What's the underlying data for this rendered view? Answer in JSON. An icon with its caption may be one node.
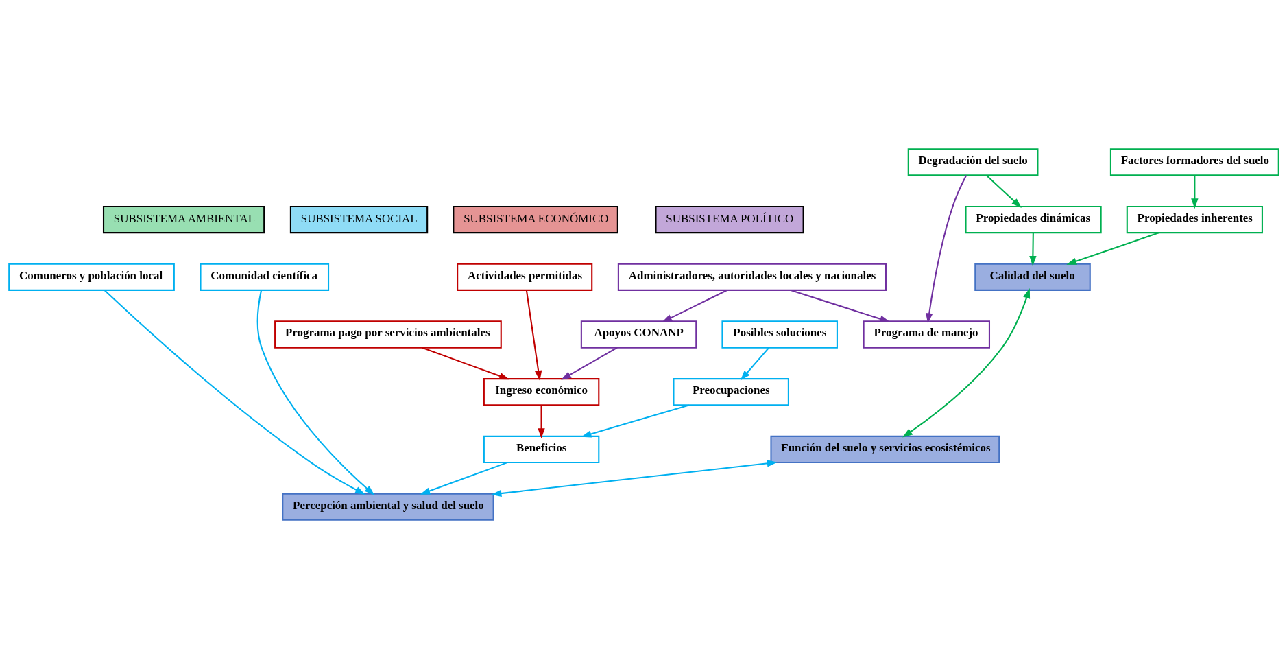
{
  "diagram": {
    "nodes": [
      {
        "text": [
          "SUBSISTEMA AMBIENTAL"
        ]
      },
      {
        "text": [
          "SUBSISTEMA SOCIAL"
        ]
      },
      {
        "text": [
          "SUBSISTEMA ECONÓMICO"
        ]
      },
      {
        "text": [
          "SUBSISTEMA POLÍTICO"
        ]
      },
      {
        "text": [
          "Calidad del suelo"
        ]
      },
      {
        "text": [
          "Propiedades inherentes"
        ]
      },
      {
        "text": [
          "Propiedades dinámicas"
        ]
      },
      {
        "text": [
          "Factores formadores del suelo"
        ]
      },
      {
        "text": [
          "Degradación del suelo"
        ]
      },
      {
        "text": [
          "Comuneros y población local"
        ]
      },
      {
        "text": [
          "Comunidad científica"
        ]
      },
      {
        "text": [
          "Percepción ambiental y salud del suelo"
        ]
      },
      {
        "text": [
          "Beneficios"
        ]
      },
      {
        "text": [
          "Preocupaciones"
        ]
      },
      {
        "text": [
          "Posibles soluciones"
        ]
      },
      {
        "text": [
          "Función del suelo y servicios ecosistémicos"
        ]
      },
      {
        "text": [
          "Actividades permitidas"
        ]
      },
      {
        "text": [
          "Ingreso económico"
        ]
      },
      {
        "text": [
          "Programa pago por servicios ambientales"
        ]
      },
      {
        "text": [
          "Administradores, autoridades locales y nacionales"
        ]
      },
      {
        "text": [
          "Apoyos CONANP"
        ]
      },
      {
        "text": [
          "Programa de manejo"
        ]
      }
    ],
    "edges": [
      {
        "from": 5,
        "to": 4,
        "arrow": "to",
        "color": "#00b050"
      },
      {
        "from": 6,
        "to": 4,
        "arrow": "to",
        "color": "#00b050"
      },
      {
        "from": 7,
        "to": 5,
        "arrow": "to",
        "color": "#00b050"
      },
      {
        "from": 8,
        "to": 6,
        "arrow": "to",
        "color": "#00b050"
      },
      {
        "from": 4,
        "to": 15,
        "arrow": "both",
        "color": "#00b050"
      },
      {
        "from": 9,
        "to": 11,
        "arrow": "to",
        "color": "#00b0f0"
      },
      {
        "from": 10,
        "to": 11,
        "arrow": "to",
        "color": "#00b0f0"
      },
      {
        "from": 12,
        "to": 11,
        "arrow": "to",
        "color": "#00b0f0"
      },
      {
        "from": 15,
        "to": 11,
        "arrow": "both",
        "color": "#00b0f0"
      },
      {
        "from": 13,
        "to": 12,
        "arrow": "to",
        "color": "#00b0f0"
      },
      {
        "from": 14,
        "to": 13,
        "arrow": "to",
        "color": "#00b0f0"
      },
      {
        "from": 17,
        "to": 12,
        "arrow": "to",
        "color": "#c00000"
      },
      {
        "from": 16,
        "to": 17,
        "arrow": "to",
        "color": "#c00000"
      },
      {
        "from": 18,
        "to": 17,
        "arrow": "to",
        "color": "#c00000"
      },
      {
        "from": 20,
        "to": 17,
        "arrow": "to",
        "color": "#7030a0"
      },
      {
        "from": 19,
        "to": 20,
        "arrow": "to",
        "color": "#7030a0"
      },
      {
        "from": 19,
        "to": 21,
        "arrow": "to",
        "color": "#7030a0"
      },
      {
        "from": 8,
        "to": 21,
        "arrow": "to",
        "color": "#7030a0"
      }
    ]
  }
}
